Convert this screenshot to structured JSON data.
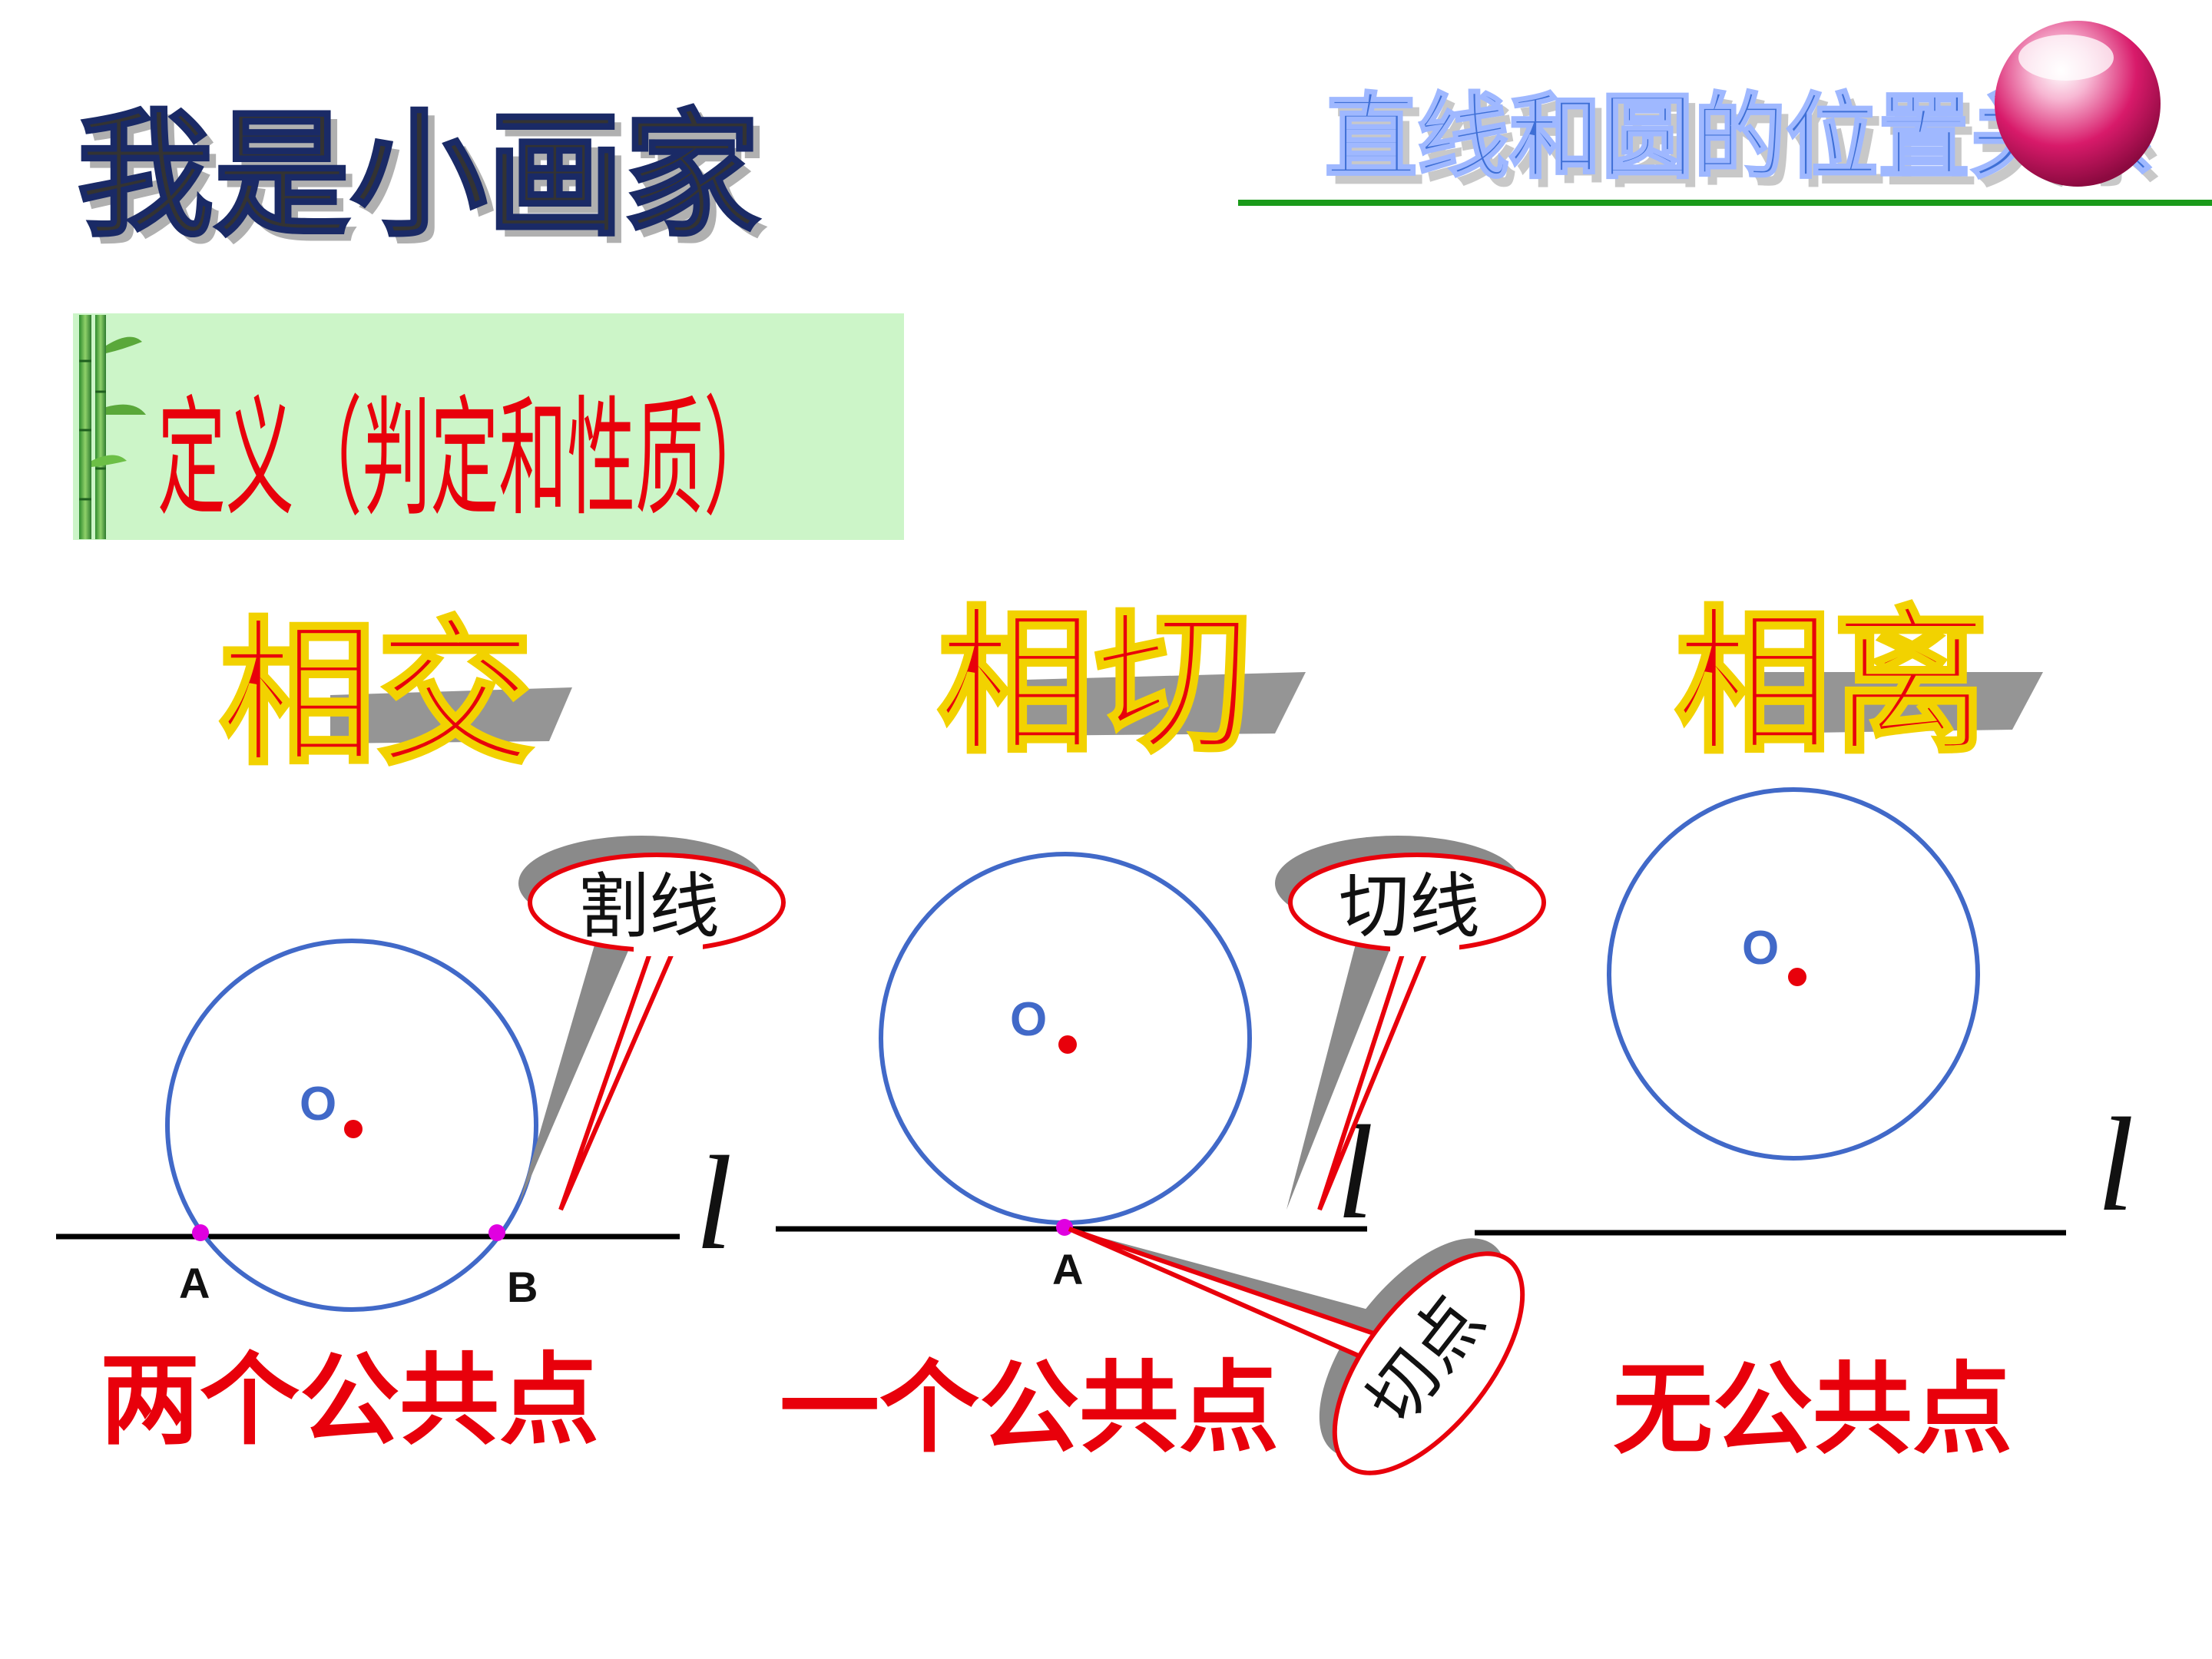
{
  "header": {
    "page_title": "我是小画家",
    "topic_title": "直线和圆的位置关系"
  },
  "definition": {
    "text": "定义（判定和性质）"
  },
  "panels": [
    {
      "heading": "相交",
      "caption": "两个公共点",
      "callout": "割线",
      "line_label": "l",
      "center_label": "O",
      "points": [
        "A",
        "B"
      ]
    },
    {
      "heading": "相切",
      "caption": "一个公共点",
      "callout": "切线",
      "callout2": "切点",
      "line_label": "l",
      "center_label": "O",
      "points": [
        "A"
      ]
    },
    {
      "heading": "相离",
      "caption": "无公共点",
      "line_label": "l",
      "center_label": "O",
      "points": []
    }
  ],
  "colors": {
    "circle": "#4169c8",
    "line": "#000000",
    "heading": "#e8000b",
    "caption": "#e8000b",
    "center_dot": "#e8000b",
    "point_dot": "#e000e0",
    "definition_bg": "#ccf5c8",
    "header_rule": "#1a9a1a"
  },
  "icons": {
    "decor_ball": "pink-sphere-icon",
    "bamboo": "bamboo-icon"
  }
}
